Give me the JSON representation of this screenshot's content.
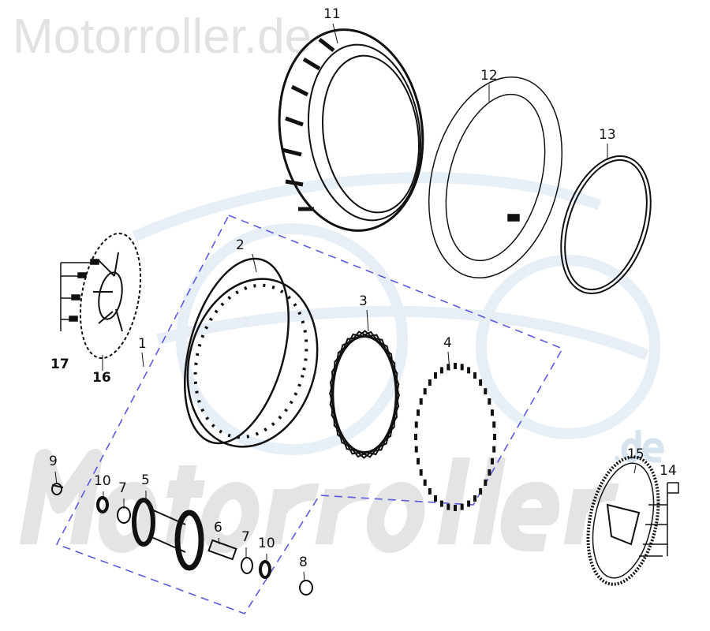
{
  "watermarks": {
    "top": "Motorroller.de",
    "big": "Motorroller",
    "domain": ".de"
  },
  "colors": {
    "line": "#111111",
    "dashed_group": "#5a5ae0",
    "watermark_gray": "#e2e2e2",
    "watermark_blue": "#d7e4f0"
  },
  "callouts": [
    "11",
    "12",
    "13",
    "2",
    "3",
    "4",
    "1",
    "17",
    "16",
    "9",
    "10",
    "7",
    "5",
    "6",
    "7",
    "10",
    "8",
    "15",
    "14"
  ]
}
